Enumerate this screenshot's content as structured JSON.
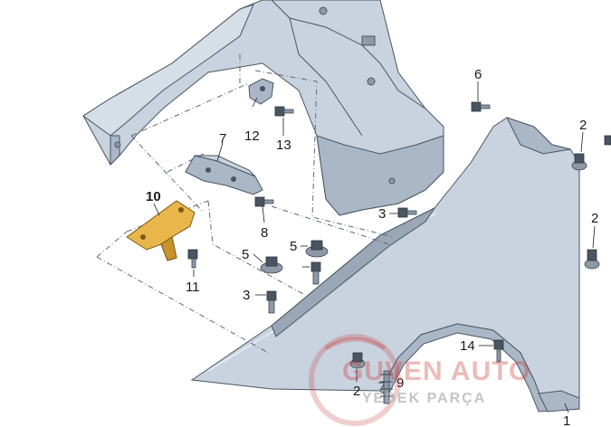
{
  "callouts": {
    "c1": "1",
    "c2a": "2",
    "c2b": "2",
    "c2c": "2",
    "c3a": "3",
    "c3b": "3",
    "c5a": "5",
    "c5b": "5",
    "c6": "6",
    "c7": "7",
    "c8": "8",
    "c9": "9",
    "c10": "10",
    "c11": "11",
    "c12": "12",
    "c13": "13",
    "c14": "14"
  },
  "watermark": {
    "brand": "GUVEN AUTO",
    "tagline": "YEDEK PARÇA"
  },
  "colors": {
    "panel_fill": "#c9d3df",
    "panel_shade": "#aab7c6",
    "highlight_part": "#e8b64a",
    "watermark_red": "#c93a3a"
  },
  "icons": {
    "bolt": "hex-bolt-icon",
    "nut": "flange-nut-icon",
    "clip": "clip-icon"
  }
}
